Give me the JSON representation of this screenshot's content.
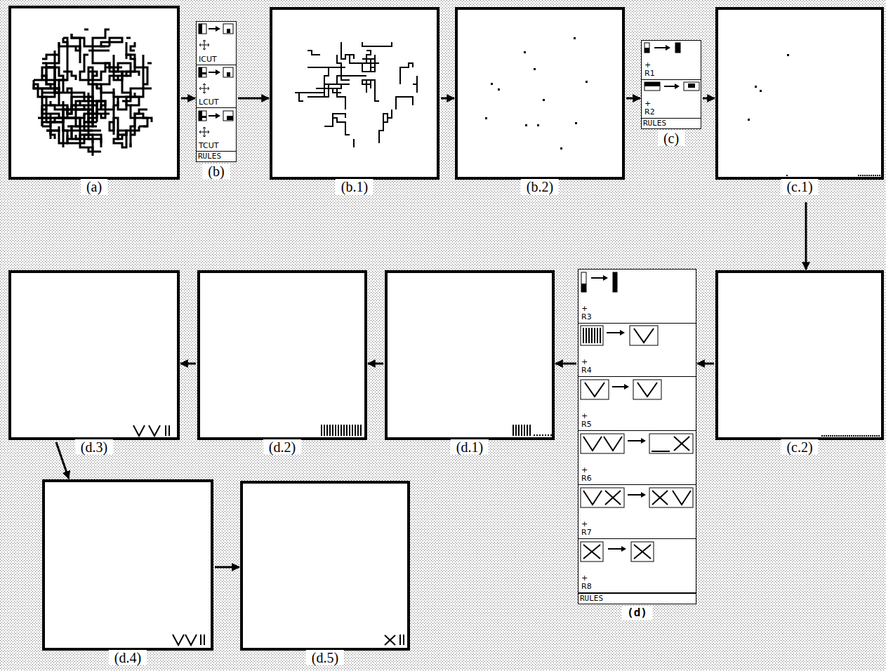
{
  "diagram": {
    "nodes": [
      {
        "text": [
          "(a)"
        ]
      },
      {
        "text": [
          "RULES",
          "(b)"
        ]
      },
      {
        "text": [
          "ICUT"
        ],
        "in": 1
      },
      {
        "text": [
          "LCUT"
        ],
        "in": 1
      },
      {
        "text": [
          "TCUT"
        ],
        "in": 1
      },
      {
        "text": [
          "(b.1)"
        ]
      },
      {
        "text": [
          "(b.2)"
        ]
      },
      {
        "text": [
          "RULES",
          "(c)"
        ]
      },
      {
        "text": [
          "+",
          "R1"
        ],
        "in": 7
      },
      {
        "text": [
          "+",
          "R2"
        ],
        "in": 7
      },
      {
        "text": [
          "(c.1)"
        ]
      },
      {
        "text": [
          "(c.2)"
        ]
      },
      {
        "text": [
          "RULES",
          "(d)"
        ]
      },
      {
        "text": [
          "+",
          "R3"
        ],
        "in": 12
      },
      {
        "text": [
          "+",
          "R4"
        ],
        "in": 12
      },
      {
        "text": [
          "+",
          "R5"
        ],
        "in": 12
      },
      {
        "text": [
          "+",
          "R6"
        ],
        "in": 12
      },
      {
        "text": [
          "+",
          "R7"
        ],
        "in": 12
      },
      {
        "text": [
          "+",
          "R8"
        ],
        "in": 12
      },
      {
        "text": [
          "(d.1)"
        ]
      },
      {
        "text": [
          "(d.2)"
        ]
      },
      {
        "text": [
          "(d.3)"
        ]
      },
      {
        "text": [
          "(d.4)"
        ]
      },
      {
        "text": [
          "(d.5)"
        ]
      }
    ],
    "edges": [
      {
        "from": 0,
        "to": 1,
        "arrow": "to"
      },
      {
        "from": 1,
        "to": 5,
        "arrow": "to"
      },
      {
        "from": 5,
        "to": 6,
        "arrow": "to"
      },
      {
        "from": 6,
        "to": 7,
        "arrow": "to"
      },
      {
        "from": 7,
        "to": 10,
        "arrow": "to"
      },
      {
        "from": 10,
        "to": 11,
        "arrow": "to"
      },
      {
        "from": 11,
        "to": 12,
        "arrow": "to"
      },
      {
        "from": 12,
        "to": 19,
        "arrow": "to"
      },
      {
        "from": 19,
        "to": 20,
        "arrow": "to"
      },
      {
        "from": 20,
        "to": 21,
        "arrow": "to"
      },
      {
        "from": 21,
        "to": 22,
        "arrow": "to"
      },
      {
        "from": 22,
        "to": 23,
        "arrow": "to"
      }
    ]
  }
}
